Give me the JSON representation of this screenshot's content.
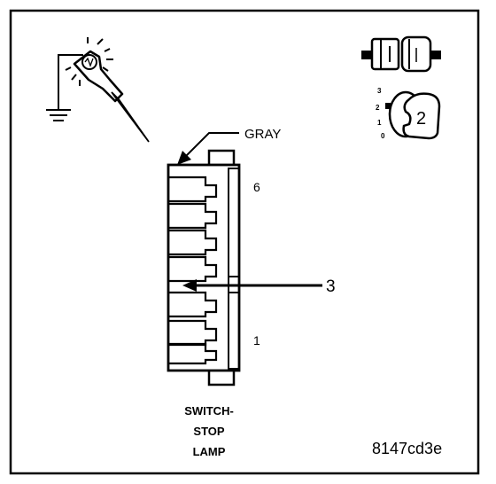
{
  "labels": {
    "wire_color": "GRAY",
    "cavity_top": "6",
    "cavity_bottom": "1",
    "callout": "3",
    "connector_line1": "SWITCH-",
    "connector_line2": "STOP",
    "connector_line3": "LAMP",
    "figure_id": "8147cd3e"
  },
  "ignition": {
    "positions": [
      "3",
      "2",
      "1",
      "0"
    ],
    "selected": "2"
  },
  "icons": [
    "test-light-icon",
    "ground-icon",
    "connector-unplugged-icon",
    "ignition-key-icon"
  ],
  "colors": {
    "ink": "#000000",
    "background": "#ffffff"
  }
}
